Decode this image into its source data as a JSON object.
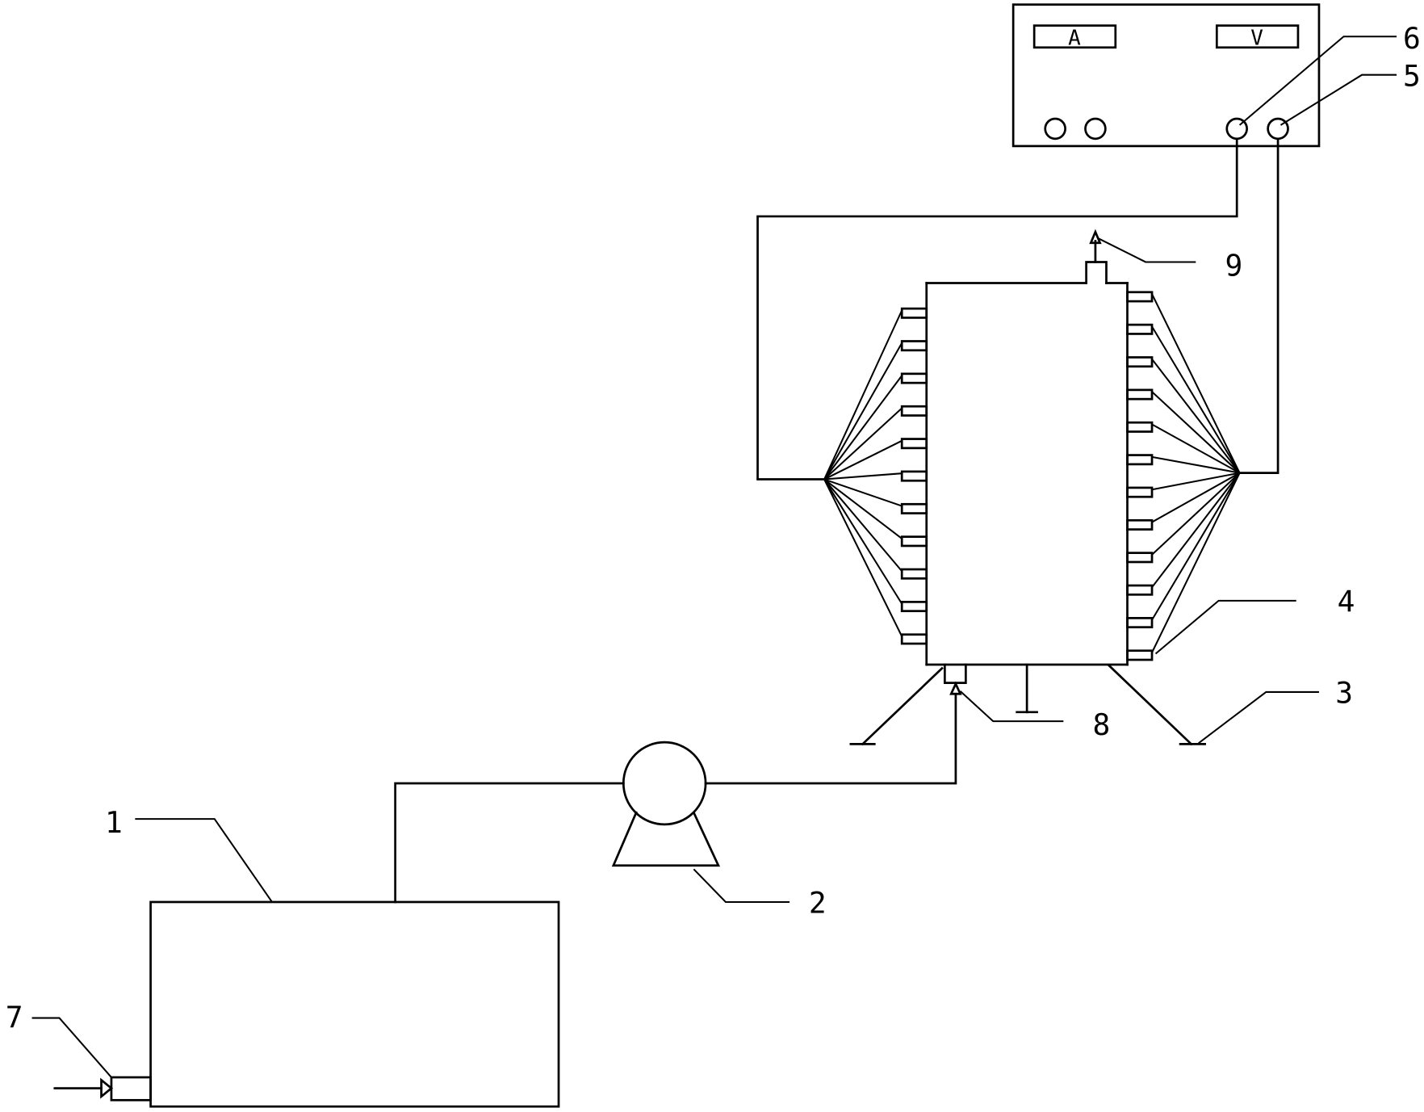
{
  "power_supply": {
    "ammeter_label": "A",
    "voltmeter_label": "V"
  },
  "callouts": {
    "tank": "1",
    "pump": "2",
    "support_leg": "3",
    "electrode_plate": "4",
    "terminal_right": "5",
    "terminal_left": "6",
    "tank_inlet": "7",
    "reactor_bottom_inlet": "8",
    "reactor_top_outlet": "9"
  }
}
